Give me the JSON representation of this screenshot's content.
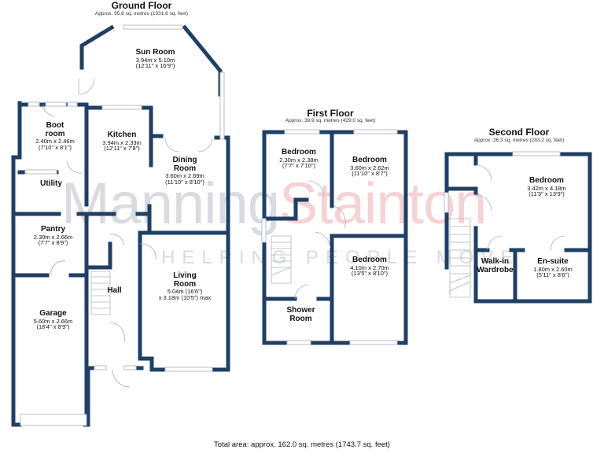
{
  "colors": {
    "wall": "#1f3f66",
    "window": "#c9ccd2",
    "watermark_grey": "#d9dbe0",
    "watermark_pink": "#f6d2d5"
  },
  "watermark": {
    "part1": "Manning",
    "part2": "Stainton",
    "tagline": "HELPING PEOPLE MOVE"
  },
  "ground_floor": {
    "title": "Ground Floor",
    "area": "Approx. 95.8 sq. metres (1031.6 sq. feet)",
    "rooms": [
      {
        "name": "Sun Room",
        "dim1": "3.94m x 5.10m",
        "dim2": "(12'11\" x 16'9\")"
      },
      {
        "name": "Boot room",
        "dim1": "2.40m x 2.46m",
        "dim2": "(7'10\" x 8'1\")"
      },
      {
        "name": "Kitchen",
        "dim1": "3.94m x 2.33m",
        "dim2": "(12'11\" x 7'8\")"
      },
      {
        "name": "Dining Room",
        "dim1": "3.60m x 2.69m",
        "dim2": "(11'10\" x 8'10\")"
      },
      {
        "name": "Utility",
        "dim1": "",
        "dim2": ""
      },
      {
        "name": "Pantry",
        "dim1": "2.30m x 2.66m",
        "dim2": "(7'7\" x 8'9\")"
      },
      {
        "name": "Hall",
        "dim1": "",
        "dim2": ""
      },
      {
        "name": "Living Room",
        "dim1": "5.04m (16'6\")",
        "dim2": "x 3.18m (10'5\") max"
      },
      {
        "name": "Garage",
        "dim1": "5.60m x 2.66m",
        "dim2": "(18'4\" x 8'9\")"
      }
    ]
  },
  "first_floor": {
    "title": "First Floor",
    "area": "Approx. 39.9 sq. metres (429.0 sq. feet)",
    "rooms": [
      {
        "name": "Bedroom",
        "dim1": "2.30m x 2.38m",
        "dim2": "(7'7\" x 7'10\")"
      },
      {
        "name": "Bedroom",
        "dim1": "3.60m x 2.62m",
        "dim2": "(11'10\" x 8'7\")"
      },
      {
        "name": "Bedroom",
        "dim1": "4.10m x 2.70m",
        "dim2": "(13'5\" x 8'10\")"
      },
      {
        "name": "Shower Room",
        "dim1": "",
        "dim2": ""
      }
    ]
  },
  "second_floor": {
    "title": "Second Floor",
    "area": "Approx. 26.3 sq. metres (283.2 sq. feet)",
    "rooms": [
      {
        "name": "Bedroom",
        "dim1": "3.42m x 4.18m",
        "dim2": "(11'3\" x 13'9\")"
      },
      {
        "name": "Walk-in Wardrobe",
        "dim1": "",
        "dim2": ""
      },
      {
        "name": "En-suite",
        "dim1": "1.80m x 2.60m",
        "dim2": "(5'11\" x 8'6\")"
      }
    ]
  },
  "total_area": "Total area: approx. 162.0 sq. metres (1743.7 sq. feet)"
}
